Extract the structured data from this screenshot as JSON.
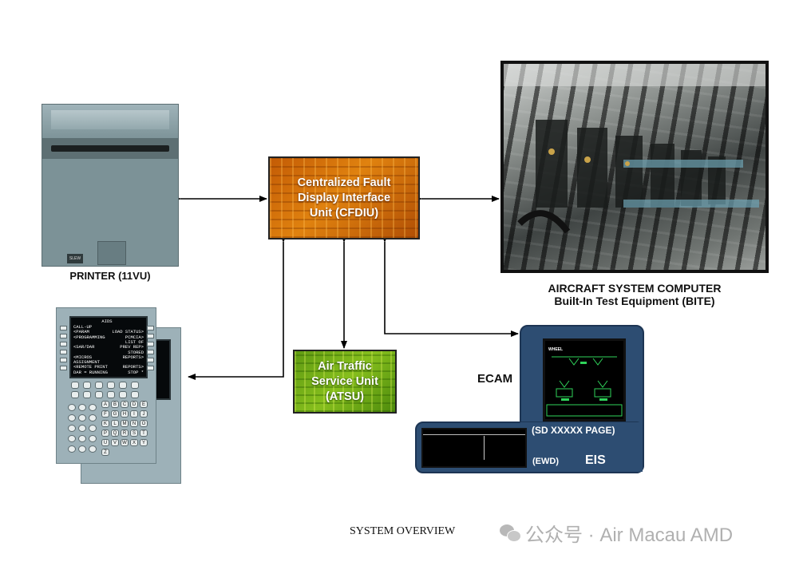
{
  "cfdiu": {
    "line1": "Centralized Fault",
    "line2": "Display Interface",
    "line3": "Unit (CFDIU)"
  },
  "atsu": {
    "line1": "Air Traffic",
    "line2": "Service Unit",
    "line3": "(ATSU)"
  },
  "printer": {
    "label": "PRINTER (11VU)",
    "button": "SLEW"
  },
  "bite": {
    "line1": "AIRCRAFT SYSTEM COMPUTER",
    "line2": "Built-In Test Equipment (BITE)"
  },
  "ecam": {
    "label": "ECAM",
    "sd": "(SD XXXXX PAGE)",
    "ewd": "(EWD)",
    "eis": "EIS",
    "sd_page_title": "WHEEL"
  },
  "mcdu": {
    "title": "AIDS",
    "lines": [
      {
        "left": "CALL-UP",
        "right": ""
      },
      {
        "left": "<PARAM",
        "right": "LOAD STATUS>"
      },
      {
        "left": "<PROGRAMMING",
        "right": "PCMCIA>"
      },
      {
        "left": "",
        "right": "LIST OF"
      },
      {
        "left": "<SAR/DAR",
        "right": "PREV REP>"
      },
      {
        "left": "",
        "right": "STORED"
      },
      {
        "left": "<MICROS",
        "right": "REPORTS>"
      },
      {
        "left": "ASSIGNMENT",
        "right": ""
      },
      {
        "left": "<REMOTE PRINT",
        "right": "REPORTS>"
      },
      {
        "left": "DAR = RUNNING",
        "right": "STOP *"
      }
    ],
    "letters": [
      "A",
      "B",
      "C",
      "D",
      "E",
      "F",
      "G",
      "H",
      "I",
      "J",
      "K",
      "L",
      "M",
      "N",
      "O",
      "P",
      "Q",
      "R",
      "S",
      "T",
      "U",
      "V",
      "W",
      "X",
      "Y",
      "Z"
    ]
  },
  "footer": {
    "title": "SYSTEM OVERVIEW",
    "watermark": "公众号 · Air Macau AMD"
  },
  "colors": {
    "cfdiu": "#d86e0a",
    "atsu": "#72ad17",
    "ecam_panel": "#2d4d72",
    "arrow": "#000000"
  }
}
